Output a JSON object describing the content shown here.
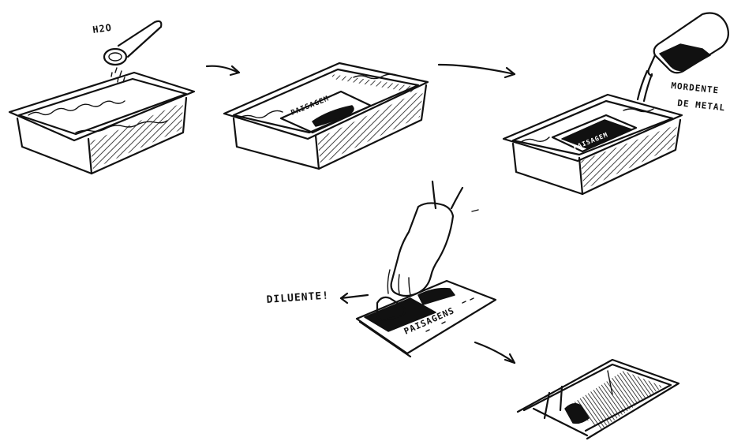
{
  "labels": {
    "water": "H2O",
    "tray_paper": "PAISAGEM",
    "tray_paper_3": "PAISAGEM",
    "mordant_line1": "MORDENTE",
    "mordant_line2": "DE METAL",
    "diluent": "DILUENTE!",
    "plate_text": "PAISAGENS"
  }
}
